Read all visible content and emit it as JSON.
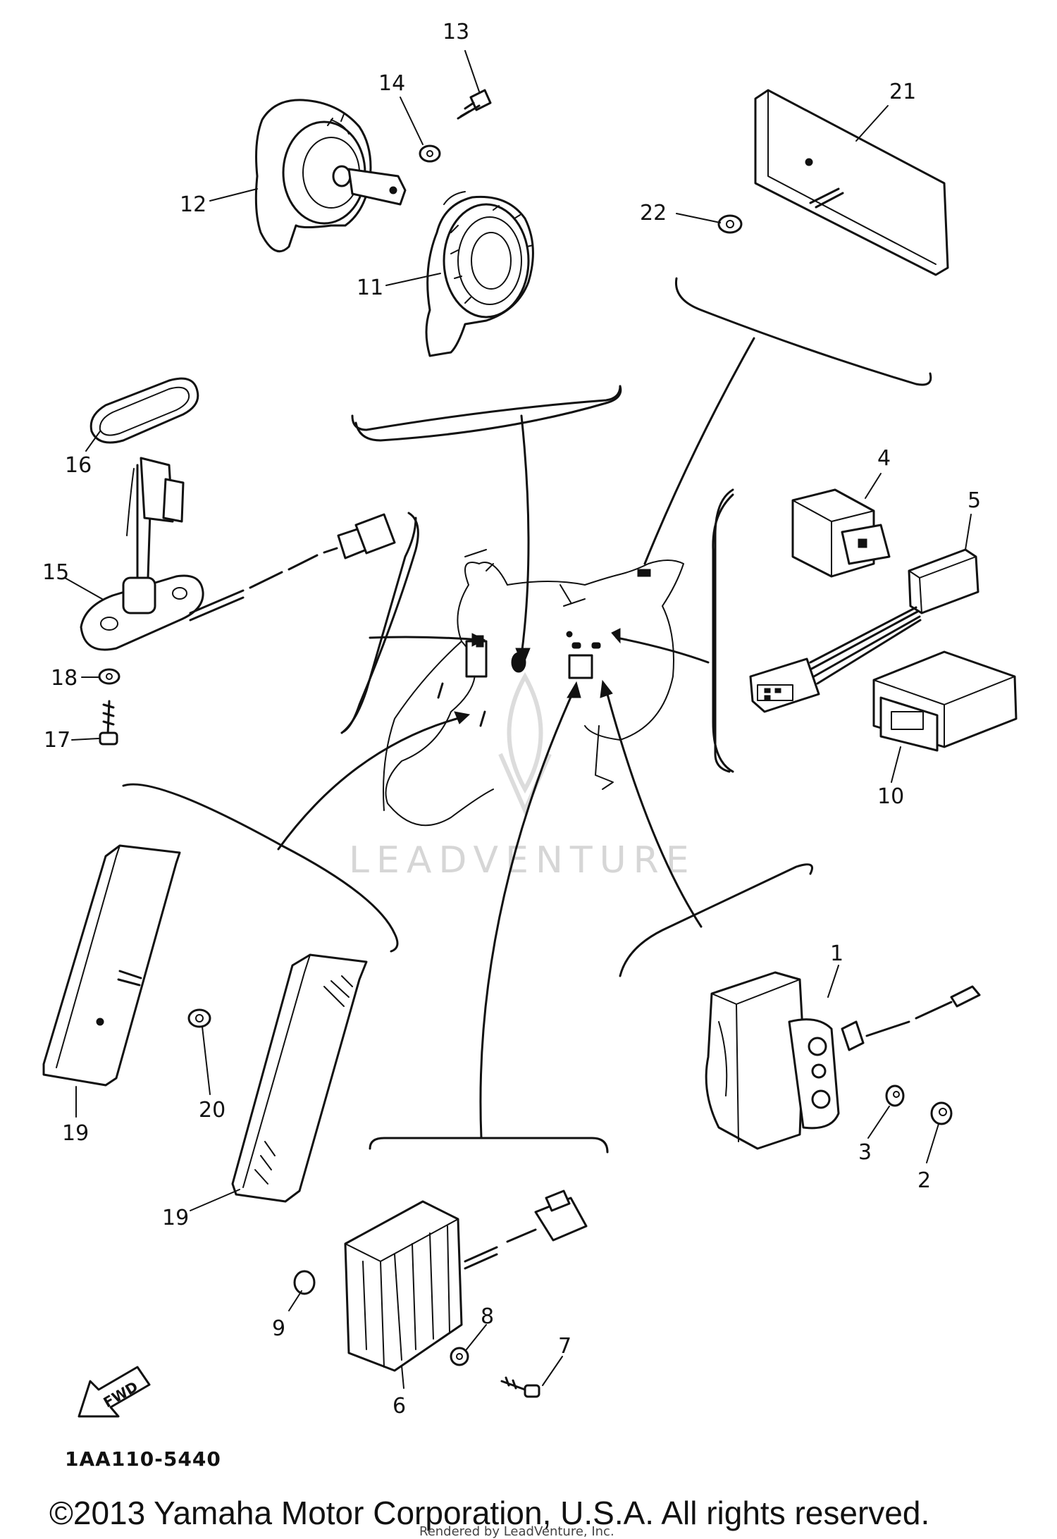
{
  "diagram": {
    "part_labels": {
      "p1": "1",
      "p2": "2",
      "p3": "3",
      "p4": "4",
      "p5": "5",
      "p6": "6",
      "p7": "7",
      "p8": "8",
      "p9": "9",
      "p10": "10",
      "p11": "11",
      "p12": "12",
      "p13": "13",
      "p14": "14",
      "p15": "15",
      "p16": "16",
      "p17": "17",
      "p18": "18",
      "p19a": "19",
      "p19b": "19",
      "p20": "20",
      "p21": "21",
      "p22": "22"
    },
    "front_arrow_label": "FWD",
    "diagram_code": "1AA110-5440",
    "watermark": "LEADVENTURE"
  },
  "footer": {
    "copyright": "©2013 Yamaha Motor Corporation, U.S.A. All rights reserved.",
    "rendered_by": "Rendered by LeadVenture, Inc."
  },
  "colors": {
    "ink": "#111111",
    "paper": "#ffffff",
    "watermark": "#d6d6d6"
  }
}
